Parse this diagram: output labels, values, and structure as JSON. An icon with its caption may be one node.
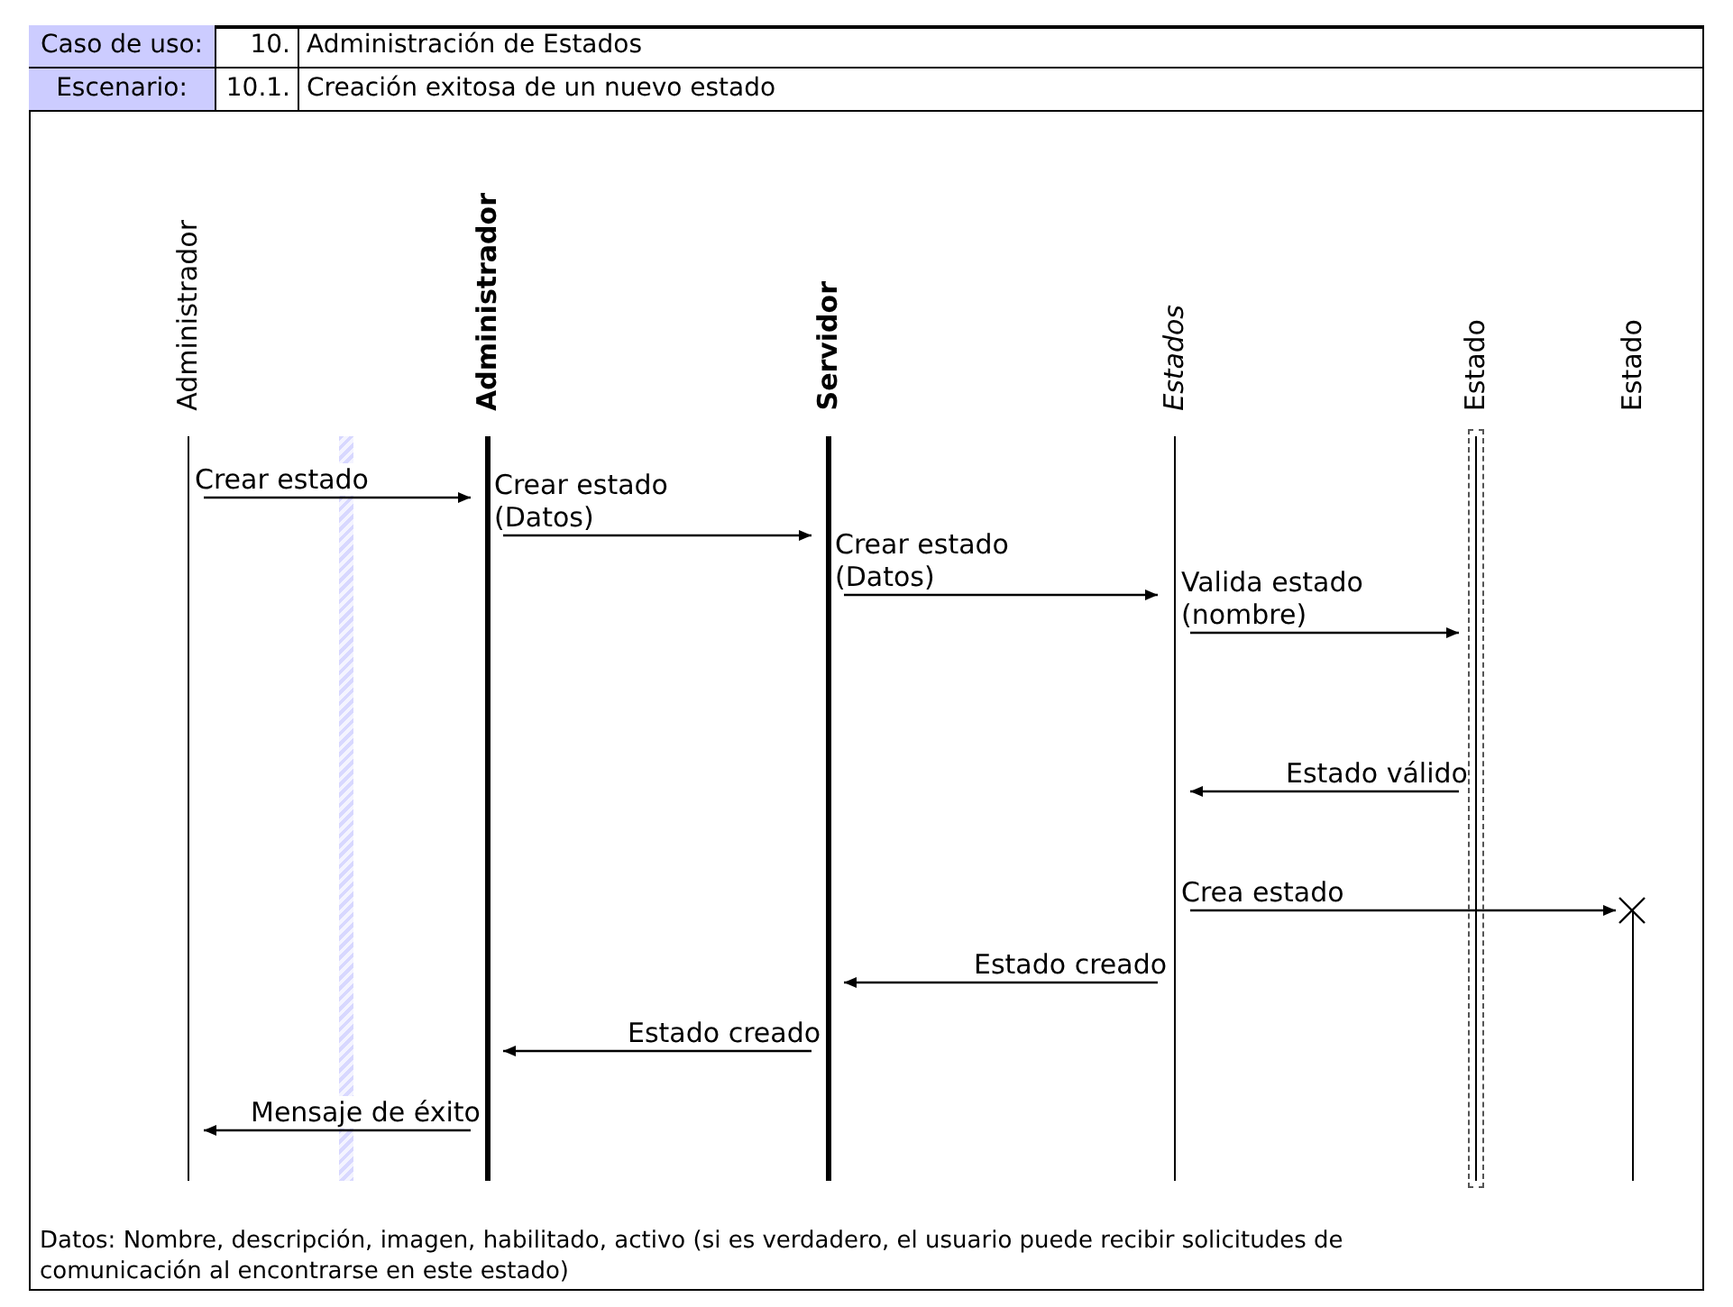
{
  "diagram": {
    "nodes": [
      {
        "text": [
          "Administrador"
        ]
      },
      {
        "text": [
          "Administrador"
        ]
      },
      {
        "text": [
          "Servidor"
        ]
      },
      {
        "text": [
          "Estados"
        ]
      },
      {
        "text": [
          "Estado"
        ]
      },
      {
        "text": [
          "Estado"
        ]
      }
    ],
    "edges": [
      {
        "from": 0,
        "to": 1,
        "arrow": "to",
        "label": "Crear estado"
      },
      {
        "from": 1,
        "to": 2,
        "arrow": "to",
        "label": "Crear estado (Datos)"
      },
      {
        "from": 2,
        "to": 3,
        "arrow": "to",
        "label": "Crear estado (Datos)"
      },
      {
        "from": 3,
        "to": 4,
        "arrow": "to",
        "label": "Valida estado (nombre)"
      },
      {
        "from": 4,
        "to": 3,
        "arrow": "to",
        "label": "Estado válido"
      },
      {
        "from": 3,
        "to": 5,
        "arrow": "to",
        "label": "Crea estado"
      },
      {
        "from": 3,
        "to": 2,
        "arrow": "to",
        "label": "Estado creado"
      },
      {
        "from": 2,
        "to": 1,
        "arrow": "to",
        "label": "Estado creado"
      },
      {
        "from": 1,
        "to": 0,
        "arrow": "to",
        "label": "Mensaje de éxito"
      }
    ],
    "labels": [
      "Caso de uso:",
      "10.",
      "Administración de Estados",
      "Escenario:",
      "10.1.",
      "Creación exitosa de un nuevo estado",
      "Datos: Nombre, descripción, imagen, habilitado, activo (si es verdadero, el usuario puede recibir solicitudes de comunicación al encontrarse en este estado)"
    ]
  }
}
